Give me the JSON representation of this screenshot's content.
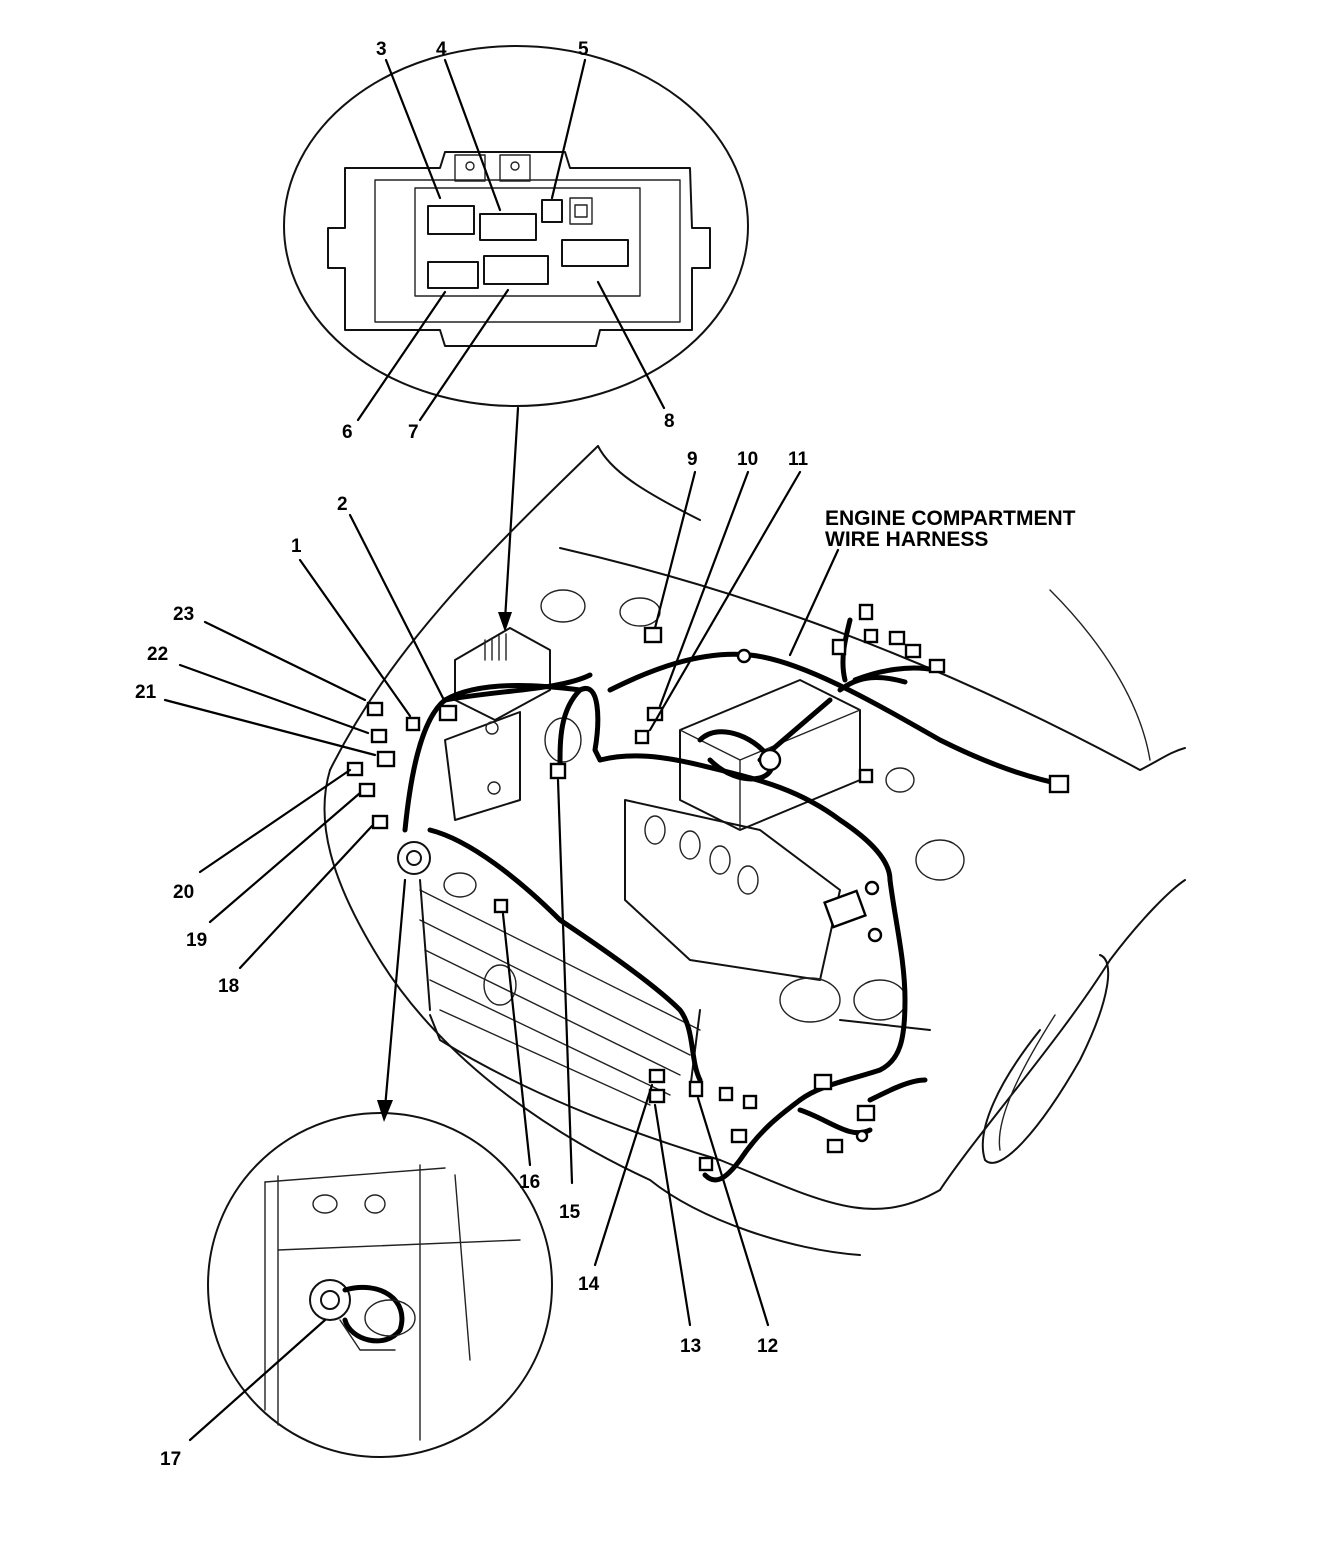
{
  "harness_title": {
    "line1": "ENGINE COMPARTMENT",
    "line2": "WIRE HARNESS"
  },
  "callouts": [
    {
      "id": "c1",
      "text": "1"
    },
    {
      "id": "c2",
      "text": "2"
    },
    {
      "id": "c3",
      "text": "3"
    },
    {
      "id": "c4",
      "text": "4"
    },
    {
      "id": "c5",
      "text": "5"
    },
    {
      "id": "c6",
      "text": "6"
    },
    {
      "id": "c7",
      "text": "7"
    },
    {
      "id": "c8",
      "text": "8"
    },
    {
      "id": "c9",
      "text": "9"
    },
    {
      "id": "c10",
      "text": "10"
    },
    {
      "id": "c11",
      "text": "11"
    },
    {
      "id": "c12",
      "text": "12"
    },
    {
      "id": "c13",
      "text": "13"
    },
    {
      "id": "c14",
      "text": "14"
    },
    {
      "id": "c15",
      "text": "15"
    },
    {
      "id": "c16",
      "text": "16"
    },
    {
      "id": "c17",
      "text": "17"
    },
    {
      "id": "c18",
      "text": "18"
    },
    {
      "id": "c19",
      "text": "19"
    },
    {
      "id": "c20",
      "text": "20"
    },
    {
      "id": "c21",
      "text": "21"
    },
    {
      "id": "c22",
      "text": "22"
    },
    {
      "id": "c23",
      "text": "23"
    }
  ]
}
